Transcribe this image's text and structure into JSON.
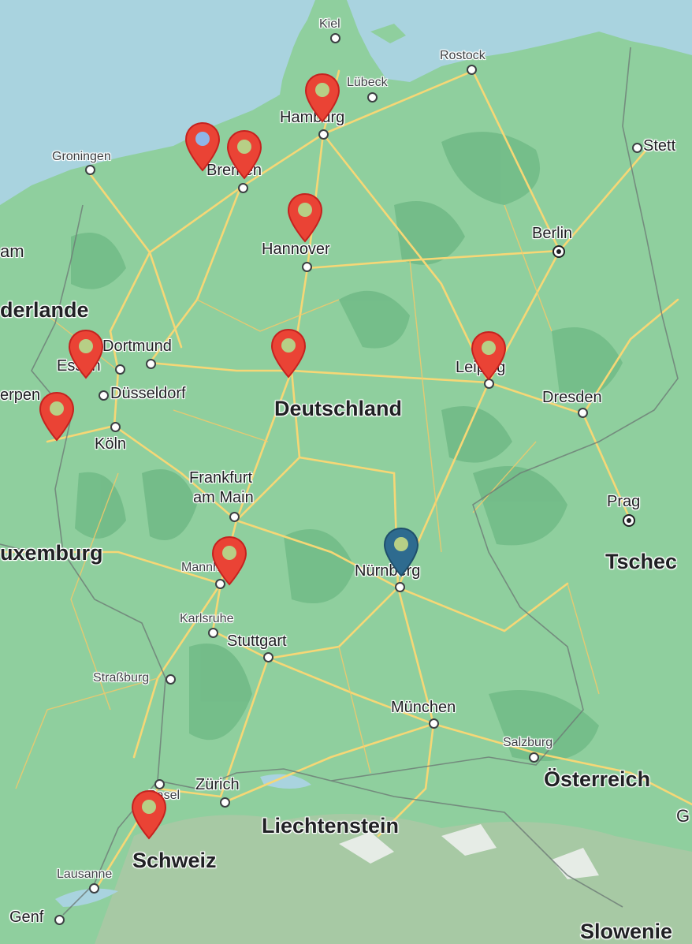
{
  "map": {
    "colors": {
      "water": "#a9d3df",
      "land": "#8fcf9e",
      "forest": "#6fb884",
      "roads": "#f6d776",
      "marker_red": "#ea4335",
      "marker_red_stroke": "#c5221f",
      "marker_blue": "#2e6b8f",
      "marker_blue_stroke": "#1f4f6b"
    },
    "labels": {
      "kiel": "Kiel",
      "rostock": "Rostock",
      "luebeck": "Lübeck",
      "hamburg": "Hamburg",
      "stettin": "Stett",
      "groningen": "Groningen",
      "bremen": "Bremen",
      "berlin": "Berlin",
      "hannover": "Hannover",
      "amsterdam": "am",
      "niederlande": "derlande",
      "dortmund": "Dortmund",
      "essen": "Essen",
      "leipzig": "Leipzig",
      "antwerpen": "erpen",
      "duesseldorf": "Düsseldorf",
      "deutschland": "Deutschland",
      "dresden": "Dresden",
      "koeln": "Köln",
      "frankfurt_1": "Frankfurt",
      "frankfurt_2": "am Main",
      "prag": "Prag",
      "luxemburg": "uxemburg",
      "mannheim": "Mannheim",
      "nuernberg": "Nürnberg",
      "tschechien": "Tschec",
      "karlsruhe": "Karlsruhe",
      "stuttgart": "Stuttgart",
      "strassburg": "Straßburg",
      "muenchen": "München",
      "salzburg": "Salzburg",
      "basel": "Basel",
      "zuerich": "Zürich",
      "oesterreich": "Österreich",
      "g_edge": "G",
      "liechtenstein": "Liechtenstein",
      "schweiz": "Schweiz",
      "lausanne": "Lausanne",
      "genf": "Genf",
      "slowenien": "Slowenie"
    },
    "markers": [
      {
        "name": "marker-hamburg",
        "color": "red"
      },
      {
        "name": "marker-ostfriesland",
        "color": "red",
        "inner": "blue"
      },
      {
        "name": "marker-bremen",
        "color": "red"
      },
      {
        "name": "marker-hannover",
        "color": "red"
      },
      {
        "name": "marker-essen",
        "color": "red"
      },
      {
        "name": "marker-kassel",
        "color": "red"
      },
      {
        "name": "marker-leipzig",
        "color": "red"
      },
      {
        "name": "marker-aachen",
        "color": "red"
      },
      {
        "name": "marker-mannheim",
        "color": "red"
      },
      {
        "name": "marker-nuernberg",
        "color": "blue"
      },
      {
        "name": "marker-basel",
        "color": "red"
      }
    ]
  }
}
